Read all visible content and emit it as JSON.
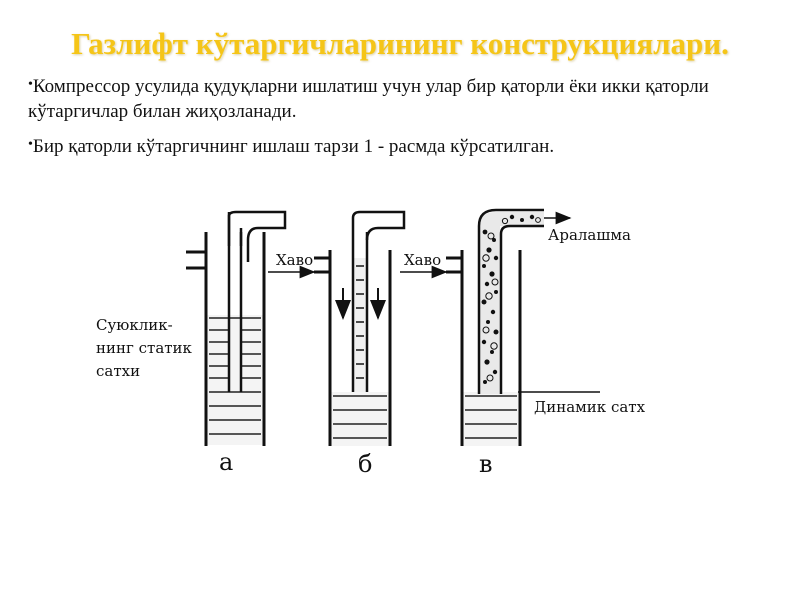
{
  "slide": {
    "title": "Газлифт кўтаргичларининг конструкциялари.",
    "bullets": [
      "Компрессор усулида қудуқларни ишлатиш учун улар бир қаторли ёки икки қаторли кўтаргичлар билан жиҳозланади.",
      "Бир қаторли кўтаргичнинг ишлаш тарзи 1 - расмда кўрсатилган."
    ],
    "colors": {
      "title": "#f5c518",
      "ink": "#111111"
    }
  },
  "figure": {
    "static_level_lines": [
      "Суюклик-",
      "нинг статик",
      "сатхи"
    ],
    "air_label_b": "Хаво",
    "air_label_c": "Хаво",
    "mixture_label": "Аралашма",
    "dynamic_level_label": "Динамик сатх",
    "panel_labels": [
      "а",
      "б",
      "в"
    ]
  }
}
